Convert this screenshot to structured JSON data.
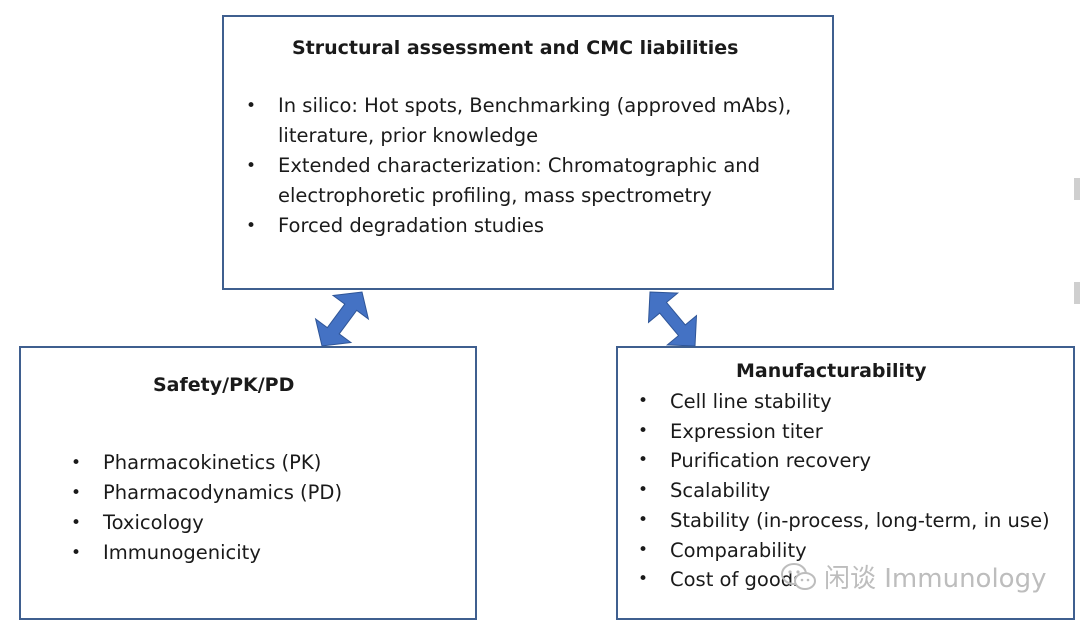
{
  "top_box": {
    "title": "Structural assessment and CMC liabilities",
    "items": [
      "In silico: Hot spots, Benchmarking (approved mAbs), literature, prior knowledge",
      "Extended characterization: Chromatographic and electrophoretic profiling, mass spectrometry",
      "Forced degradation studies"
    ]
  },
  "left_box": {
    "title": "Safety/PK/PD",
    "items": [
      "Pharmacokinetics (PK)",
      "Pharmacodynamics (PD)",
      "Toxicology",
      "Immunogenicity"
    ]
  },
  "right_box": {
    "title": "Manufacturability",
    "items": [
      "Cell line stability",
      "Expression titer",
      "Purification recovery",
      "Scalability",
      "Stability (in-process, long-term, in use)",
      "Comparability",
      "Cost of goods"
    ]
  },
  "watermark": {
    "text": "闲谈 Immunology",
    "icon": "wechat-icon"
  },
  "colors": {
    "box_border": "#3f5f8f",
    "arrow_fill": "#4472c4",
    "watermark": "#bdbdbd"
  }
}
